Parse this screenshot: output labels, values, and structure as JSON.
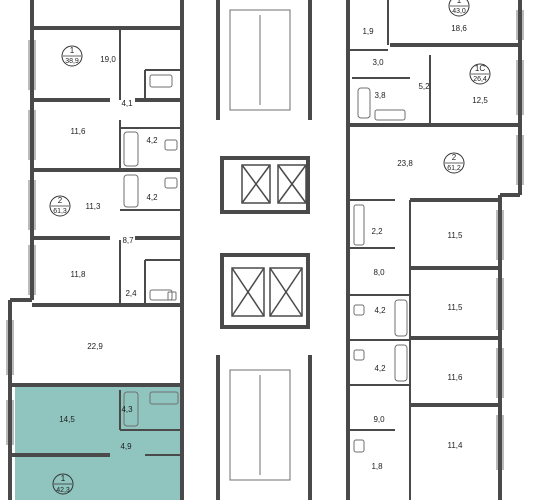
{
  "colors": {
    "wall": "#4a4a4a",
    "highlight": "#8fc4bf",
    "background": "#ffffff",
    "fixture": "#6f6f6f"
  },
  "left_wing": {
    "apt_1": {
      "number": "1",
      "area": "38,9"
    },
    "rooms_a": {
      "living": "19,0",
      "hall": "4,1",
      "bedroom": "11,6",
      "bath": "4,2"
    },
    "apt_2": {
      "number": "2",
      "area": "61,3"
    },
    "rooms_b": {
      "bath": "4,2",
      "bedroom_1": "11,3",
      "hall": "8,7",
      "bedroom_2": "11,8",
      "wc": "2,4",
      "living": "22,9"
    },
    "apt_highlight": {
      "number": "1",
      "area": "42,3"
    },
    "rooms_c": {
      "living": "14,5",
      "bath": "4,3",
      "hall": "4,9"
    }
  },
  "right_wing": {
    "apt_top": {
      "number": "1",
      "area": "43,0"
    },
    "rooms_a": {
      "living": "18,6",
      "wc": "1,9",
      "hall": "3,0"
    },
    "apt_1c": {
      "number": "1С",
      "area": "26,4"
    },
    "rooms_b": {
      "bath": "3,8",
      "hall": "5,2",
      "room": "12,5"
    },
    "apt_2": {
      "number": "2",
      "area": "61,2"
    },
    "rooms_c": {
      "living": "23,8",
      "wc": "2,2",
      "bedroom_1": "11,5",
      "hall": "8,0",
      "bath_1": "4,2",
      "bedroom_2": "11,5",
      "bath_2": "4,2",
      "bedroom_3": "11,6",
      "hall_2": "9,0",
      "bedroom_4": "11,4",
      "wc_2": "1,8"
    }
  }
}
